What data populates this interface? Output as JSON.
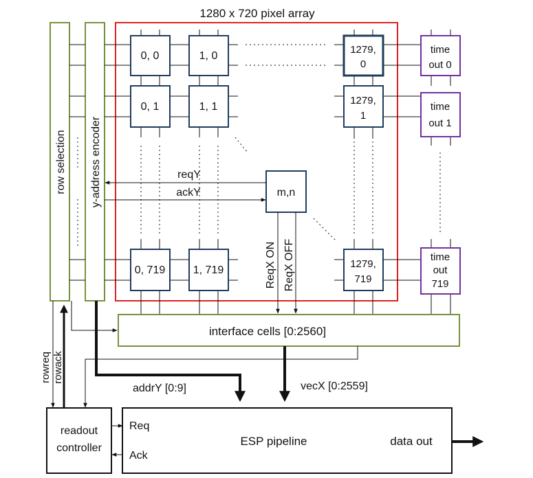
{
  "title": "1280 x 720 pixel array",
  "row_selection": {
    "label": "row selection"
  },
  "y_encoder": {
    "label": "y-address encoder"
  },
  "pixels": {
    "p00": [
      "0, 0"
    ],
    "p10": [
      "1, 0"
    ],
    "plast0": [
      "1279,",
      "0"
    ],
    "p01": [
      "0, 1"
    ],
    "p11": [
      "1, 1"
    ],
    "plast1": [
      "1279,",
      "1"
    ],
    "p0719": [
      "0, 719"
    ],
    "p1719": [
      "1, 719"
    ],
    "plast719": [
      "1279,",
      "719"
    ],
    "pmn": [
      "m,n"
    ]
  },
  "timeouts": {
    "t0": [
      "time",
      "out 0"
    ],
    "t1": [
      "time",
      "out 1"
    ],
    "t719": [
      "time",
      "out",
      "719"
    ]
  },
  "signals": {
    "reqY": "reqY",
    "ackY": "ackY",
    "reqx_on": "ReqX ON",
    "reqx_off": "ReqX OFF",
    "rowreq": "rowreq",
    "rowack": "rowack",
    "addrY": "addrY [0:9]",
    "vecX": "vecX [0:2559]"
  },
  "interface_cells": {
    "label": "interface cells [0:2560]"
  },
  "readout": {
    "lines": [
      "readout",
      "controller"
    ]
  },
  "esp": {
    "title": "ESP pipeline",
    "req": "Req",
    "ack": "Ack",
    "data_out": "data out"
  },
  "colors": {
    "green": "#76923c",
    "red": "#e02020",
    "navy": "#1f3b5c",
    "purple": "#7030a0",
    "black": "#111111"
  }
}
